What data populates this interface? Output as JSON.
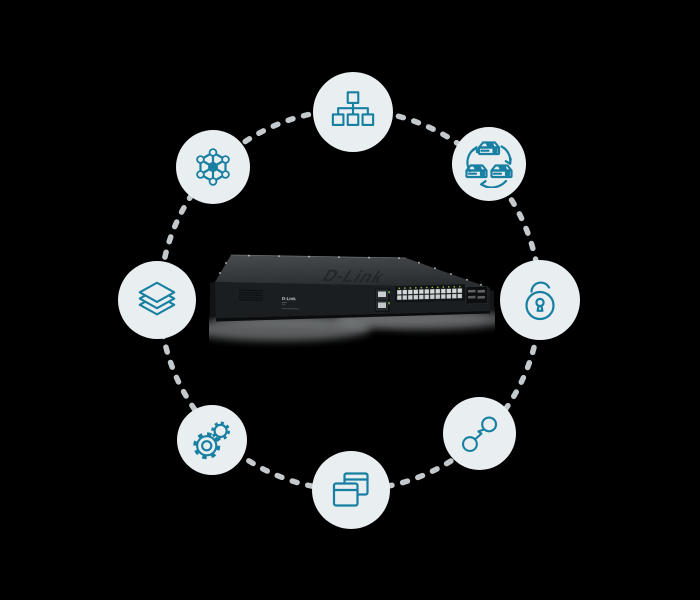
{
  "colors": {
    "background": "#000000",
    "accent": "#1780A2",
    "badge_bg": "#E9EEF0",
    "ring": "#C3C9CC"
  },
  "device": {
    "brand": "D-Link",
    "description": "black rackmount Ethernet switch with 24 RJ45 ports, 2 front uplink ports and 4 SFP slots, shown in perspective with soft shadow"
  },
  "ring": {
    "style": "dashed-circle",
    "dash_color": "#C3C9CC"
  },
  "features": [
    {
      "name": "network-topology-icon",
      "position": "top"
    },
    {
      "name": "device-stacking-icon",
      "position": "top-right"
    },
    {
      "name": "security-unlock-icon",
      "position": "right"
    },
    {
      "name": "link-connection-icon",
      "position": "bottom-right"
    },
    {
      "name": "app-windows-icon",
      "position": "bottom"
    },
    {
      "name": "settings-gears-icon",
      "position": "bottom-left"
    },
    {
      "name": "layers-stack-icon",
      "position": "left"
    },
    {
      "name": "mesh-network-icon",
      "position": "top-left"
    }
  ]
}
